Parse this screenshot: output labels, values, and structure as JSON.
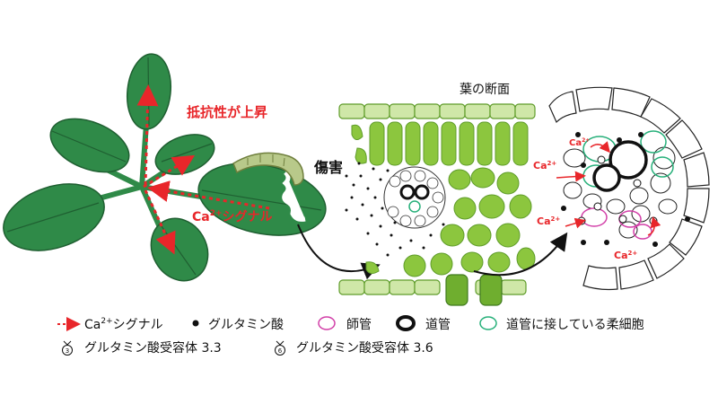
{
  "colors": {
    "leaf": "#2f8a48",
    "leaf_dark": "#1f5f31",
    "tissue_green": "#8cc63e",
    "tissue_green_dark": "#5f9c2a",
    "signal_red": "#e8262a",
    "phloem_magenta": "#d23fa8",
    "parenchyma_green": "#27b07a",
    "ink": "#111111"
  },
  "labels": {
    "resistance": "抵抗性が上昇",
    "ca_signal_ca": "Ca",
    "ca_signal_sup": "2+",
    "ca_signal_suffix": "シグナル",
    "wound": "傷害",
    "leaf_section": "葉の断面",
    "ca": "Ca",
    "ca_sup": "2+"
  },
  "legend": {
    "ca_signal_ca": "Ca",
    "ca_signal_sup": "2+",
    "ca_signal_suffix": "シグナル",
    "glutamate": "グルタミン酸",
    "phloem": "師管",
    "xylem": "道管",
    "xylem_parenchyma": "道管に接している柔細胞",
    "receptor_33": "グルタミン酸受容体 3.3",
    "receptor_36": "グルタミン酸受容体 3.6",
    "receptor_33_mark": "3",
    "receptor_36_mark": "6"
  },
  "icons": [
    "red-arrow-icon",
    "glutamate-dot-icon",
    "phloem-ring-icon",
    "xylem-ring-icon",
    "parenchyma-ring-icon",
    "receptor-33-icon",
    "receptor-36-icon",
    "caterpillar-icon"
  ]
}
